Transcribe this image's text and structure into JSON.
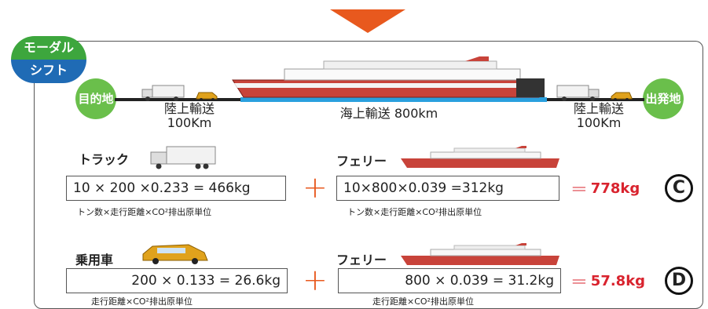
{
  "badge": {
    "line1": "モーダル",
    "line2": "シフト"
  },
  "route": {
    "destination": "目的地",
    "origin": "出発地",
    "land_left": {
      "line1": "陸上輸送",
      "line2": "100Km"
    },
    "sea": "海上輸送 800km",
    "land_right": {
      "line1": "陸上輸送",
      "line2": "100Km"
    }
  },
  "row_c": {
    "left_title": "トラック",
    "left_formula": "10 × 200 ×0.233 = 466kg",
    "left_note": "トン数×走行距離×CO²排出原単位",
    "right_title": "フェリー",
    "right_formula": "10×800×0.039 =312kg",
    "right_note": "トン数×走行距離×CO²排出原単位",
    "result": "778kg",
    "letter": "C"
  },
  "row_d": {
    "left_title": "乗用車",
    "left_formula": "200 × 0.133 = 26.6kg",
    "left_note": "走行距離×CO²排出原単位",
    "right_title": "フェリー",
    "right_formula": "800 × 0.039 = 31.2kg",
    "right_note": "走行距離×CO²排出原単位",
    "result": "57.8kg",
    "letter": "D"
  },
  "operators": {
    "plus": "+",
    "equals": "="
  },
  "colors": {
    "arrow": "#e8591e",
    "badge_green": "#3da63d",
    "badge_blue": "#1f6bb5",
    "node_green": "#6abf4b",
    "sea": "#2aa0de",
    "result_red": "#d9232e",
    "ship_hull": "#c8433a"
  }
}
